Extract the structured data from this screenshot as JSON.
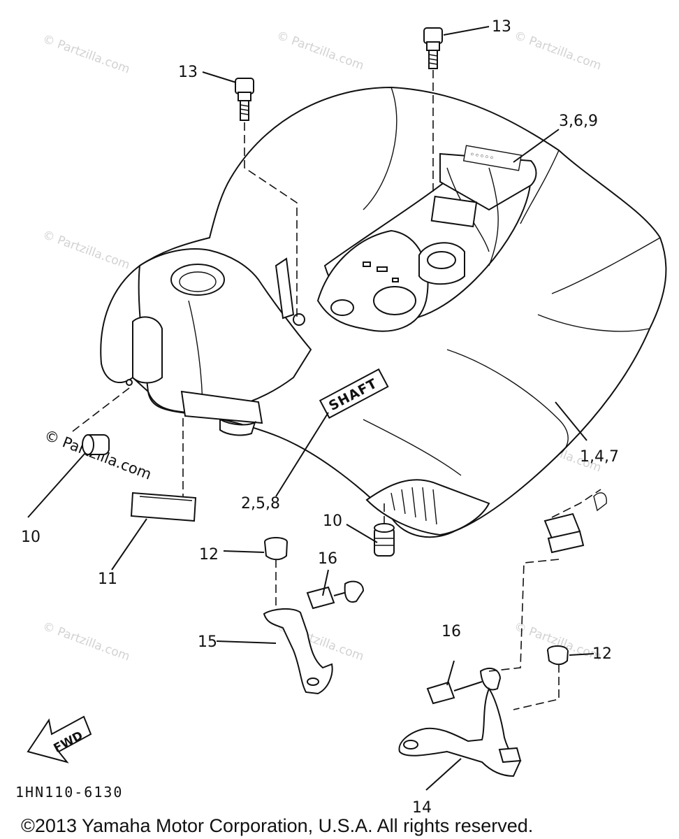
{
  "watermark": {
    "text": "© Partzilla.com",
    "prominent_text": "© Partzilla.com"
  },
  "callouts": {
    "c13_top": "13",
    "c13_left": "13",
    "c369": "3,6,9",
    "c147": "1,4,7",
    "c258": "2,5,8",
    "c10_left": "10",
    "c10_mid": "10",
    "c11": "11",
    "c12_left": "12",
    "c12_right": "12",
    "c16_mid": "16",
    "c16_right": "16",
    "c15": "15",
    "c14": "14"
  },
  "labels": {
    "fender_marking": "SHAFT",
    "arrow": "FWD"
  },
  "diagram_code": "1HN110-6130",
  "footer": "©2013 Yamaha Motor Corporation, U.S.A. All rights reserved."
}
